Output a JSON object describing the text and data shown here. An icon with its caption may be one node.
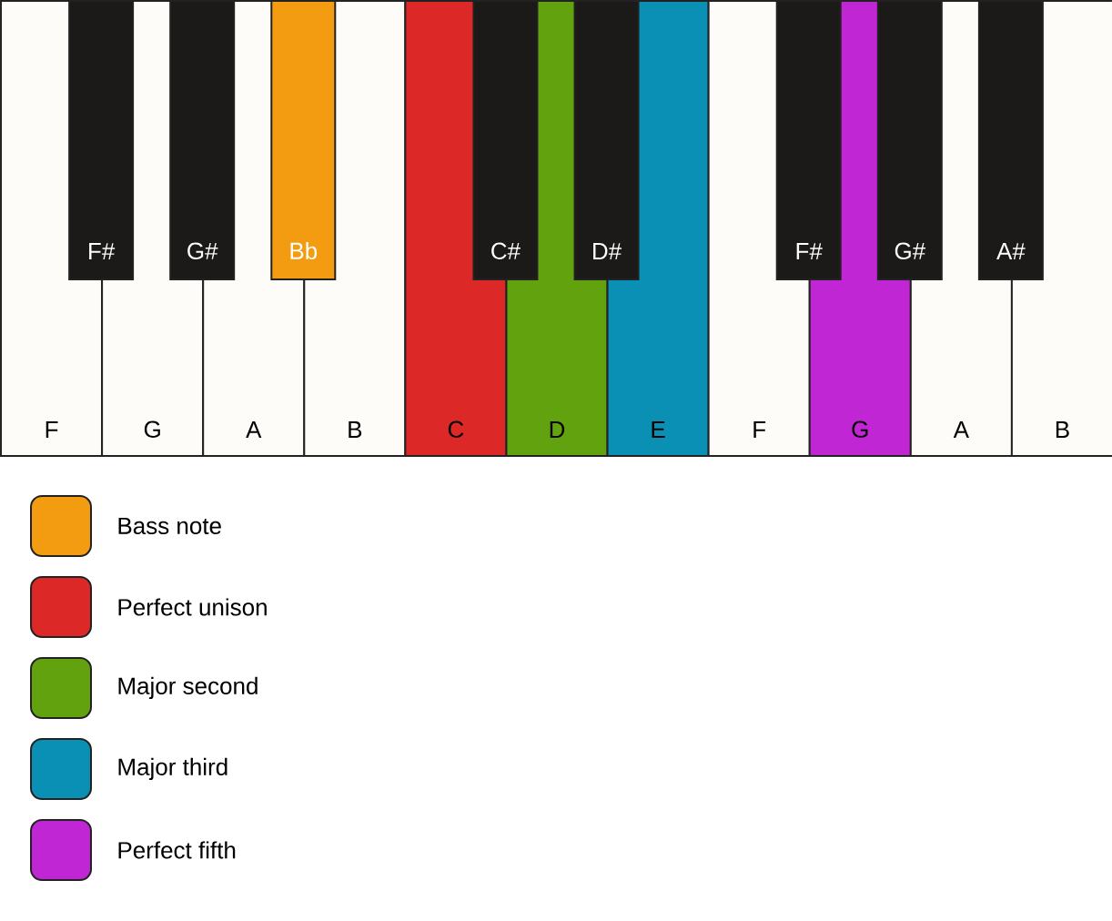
{
  "diagram": {
    "nodes": [
      {
        "text": [
          "F"
        ]
      },
      {
        "text": [
          "G"
        ]
      },
      {
        "text": [
          "A"
        ]
      },
      {
        "text": [
          "B"
        ]
      },
      {
        "text": [
          "C"
        ]
      },
      {
        "text": [
          "D"
        ]
      },
      {
        "text": [
          "E"
        ]
      },
      {
        "text": [
          "F"
        ]
      },
      {
        "text": [
          "G"
        ]
      },
      {
        "text": [
          "A"
        ]
      },
      {
        "text": [
          "B"
        ]
      },
      {
        "text": [
          "F#"
        ]
      },
      {
        "text": [
          "G#"
        ]
      },
      {
        "text": [
          "Bb"
        ]
      },
      {
        "text": [
          "C#"
        ]
      },
      {
        "text": [
          "D#"
        ]
      },
      {
        "text": [
          "F#"
        ]
      },
      {
        "text": [
          "G#"
        ]
      },
      {
        "text": [
          "A#"
        ]
      }
    ],
    "legend": [
      {
        "text": "Bass note",
        "color": "#f39c12"
      },
      {
        "text": "Perfect unison",
        "color": "#dd2828"
      },
      {
        "text": "Major second",
        "color": "#63a20f"
      },
      {
        "text": "Major third",
        "color": "#0a90b4"
      },
      {
        "text": "Perfect fifth",
        "color": "#c026d3"
      }
    ]
  }
}
